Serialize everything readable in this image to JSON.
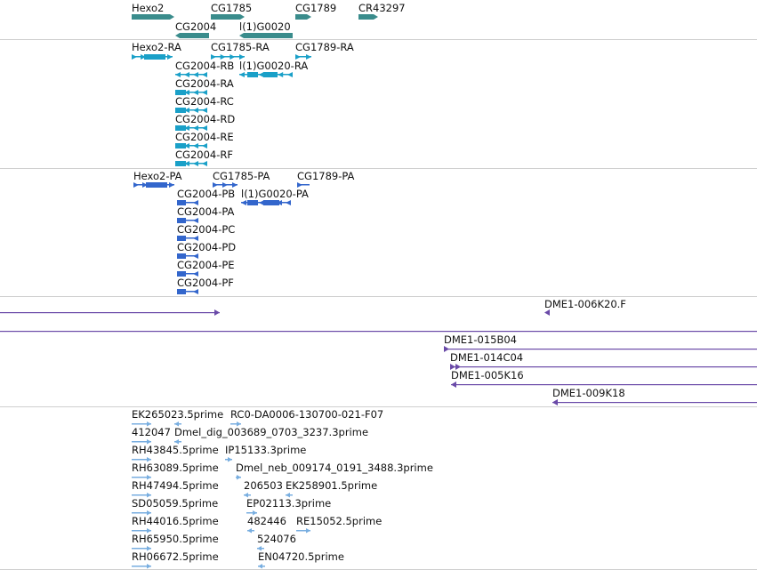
{
  "colors": {
    "gene": "#3a8c8c",
    "rna": "#1aa0c8",
    "protein": "#3366cc",
    "clone": "#6a4aa8",
    "est": "#78aee0",
    "separator": "#cfcfcf"
  },
  "tracks": {
    "genes": [
      "Hexo2",
      "CG1785",
      "CG1789",
      "CR43297",
      "CG2004",
      "l(1)G0020"
    ],
    "transcripts": [
      "Hexo2-RA",
      "CG1785-RA",
      "CG1789-RA",
      "CG2004-RB",
      "l(1)G0020-RA",
      "CG2004-RA",
      "CG2004-RC",
      "CG2004-RD",
      "CG2004-RE",
      "CG2004-RF"
    ],
    "proteins": [
      "Hexo2-PA",
      "CG1785-PA",
      "CG1789-PA",
      "CG2004-PB",
      "l(1)G0020-PA",
      "CG2004-PA",
      "CG2004-PC",
      "CG2004-PD",
      "CG2004-PE",
      "CG2004-PF"
    ],
    "clones": [
      "DME1-006K20.F",
      "DME1-015B04",
      "DME1-014C04",
      "DME1-005K16",
      "DME1-009K18"
    ],
    "ests": [
      "EK265023.5prime",
      "RC0-DA0006-130700-021-F07",
      "412047",
      "Dmel_dig_003689_0703_3237.3prime",
      "RH43845.5prime",
      "IP15133.3prime",
      "RH63089.5prime",
      "Dmel_neb_009174_0191_3488.3prime",
      "RH47494.5prime",
      "206503",
      "EK258901.5prime",
      "SD05059.5prime",
      "EP02113.3prime",
      "RH44016.5prime",
      "482446",
      "RE15052.5prime",
      "RH65950.5prime",
      "524076",
      "RH06672.5prime",
      "EN04720.5prime"
    ]
  }
}
